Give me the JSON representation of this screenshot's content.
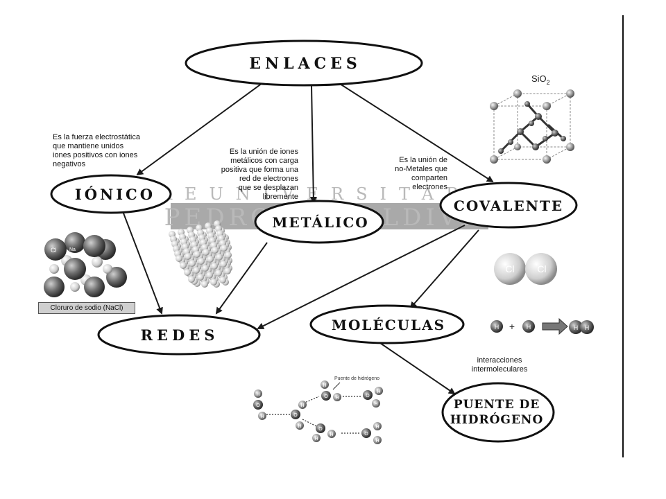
{
  "nodes": {
    "enlaces": "ENLACES",
    "ionico": "IÓNICO",
    "metalico": "METÁLICO",
    "covalente": "COVALENTE",
    "redes": "REDES",
    "moleculas": "MOLÉCULAS",
    "puente_line1": "PUENTE DE",
    "puente_line2": "HIDRÓGENO"
  },
  "descriptions": {
    "ionico": [
      "Es la fuerza electrostática",
      "que mantiene unidos",
      "iones positivos con iones",
      "negativos"
    ],
    "metalico": [
      "Es la unión de iones",
      "metálicos con carga",
      "positiva que forma una",
      "red de electrones",
      "que se desplazan",
      "libremente"
    ],
    "covalente": [
      "Es la unión de",
      "no-Metales que",
      "comparten",
      "electrones"
    ],
    "interacciones": [
      "interacciones",
      "intermoleculares"
    ]
  },
  "watermark": {
    "top": "PREUNIVERSITARIO",
    "bottom": "PEDRO DE VALDIVIA"
  },
  "figures": {
    "sio2_label": "SiO",
    "sio2_subscript": "2",
    "nacl_caption": "Cloruro de sodio (NaCl)",
    "nacl_cl": "Cl",
    "nacl_na": "Na",
    "cl2_atom": "Cl",
    "h_atom": "H",
    "o_atom": "O",
    "plus": "+",
    "puente_de_hidrogeno": "Puente de hidrógeno"
  },
  "colors": {
    "line": "#1a1a1a",
    "watermark_band": "#b0b0b0"
  }
}
